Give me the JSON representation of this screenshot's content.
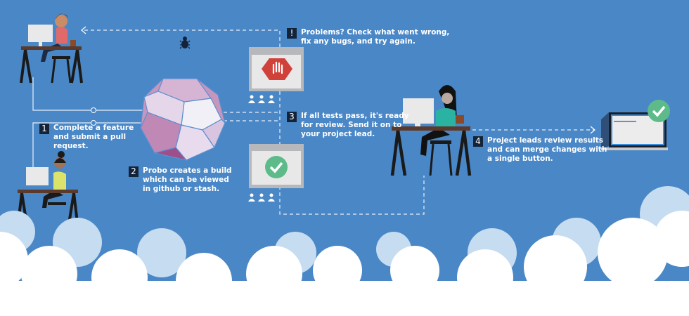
{
  "steps": [
    {
      "num": "1",
      "text": "Complete a feature\nand submit a pull\nrequest."
    },
    {
      "num": "2",
      "text": "Probo creates a build\nwhich can be viewed\nin github or stash."
    },
    {
      "num": "3",
      "text": "If all tests pass, it's ready\nfor review. Send it on to\nyour project lead."
    },
    {
      "num": "4",
      "text": "Project leads review results\nand can merge changes with\na single button."
    }
  ],
  "problem": {
    "num": "!",
    "text": "Problems? Check what went wrong,\nfix any bugs, and try again."
  },
  "colors": {
    "background": "#4a87c6",
    "fail": "#d0413a",
    "pass": "#5dbb8a",
    "badge": "#13243a"
  }
}
